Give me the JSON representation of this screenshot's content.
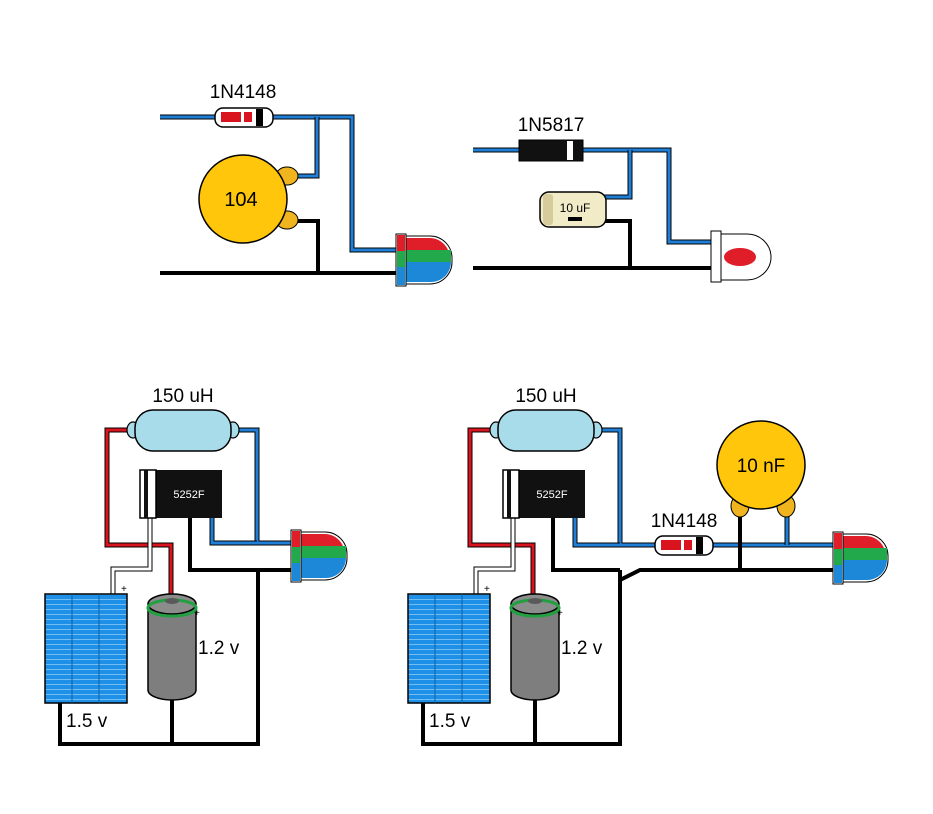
{
  "colors": {
    "wire_blue": "#1f7fd6",
    "wire_black": "#000000",
    "wire_red": "#d9141e",
    "cap_yellow": "#ffc60b",
    "cap_lead": "#f0b41e",
    "inductor": "#a9dcea",
    "led_red": "#e01e2a",
    "led_green": "#22a94b",
    "led_blue": "#1e88d8",
    "solar_blue": "#1e90e8",
    "battery_gray": "#7e7e7e",
    "battery_green": "#20a040",
    "cap_elec": "#f2ebc8"
  },
  "circuits": [
    {
      "diode_label": "1N4148",
      "cap_label": "104"
    },
    {
      "diode_label": "1N5817",
      "cap_label": "10 uF"
    },
    {
      "inductor_label": "150 uH",
      "ic_label": "5252F",
      "solar_label": "1.5 v",
      "battery_label": "1.2 v",
      "plus_a": "+",
      "plus_b": "+"
    },
    {
      "inductor_label": "150 uH",
      "ic_label": "5252F",
      "diode_label": "1N4148",
      "cap_label": "10 nF",
      "solar_label": "1.5 v",
      "battery_label": "1.2 v",
      "plus_a": "+",
      "plus_b": "+"
    }
  ]
}
